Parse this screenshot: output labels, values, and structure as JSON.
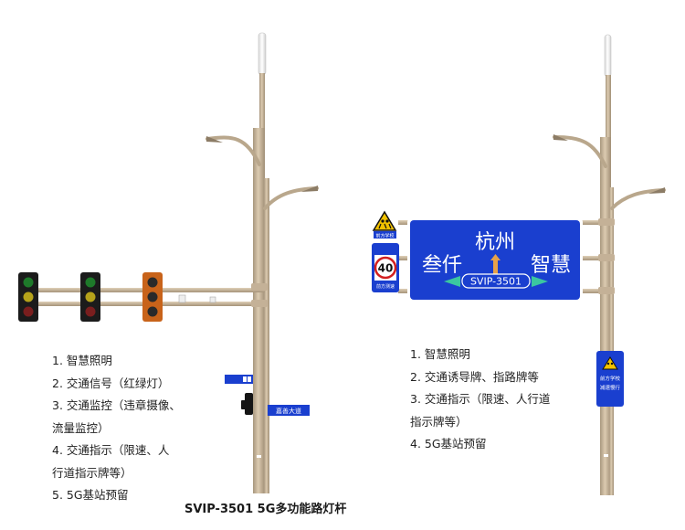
{
  "left_features": [
    "1. 智慧照明",
    "2. 交通信号（红绿灯）",
    "3. 交通监控（违章摄像、",
    "流量监控）",
    "4. 交通指示（限速、人",
    "行道指示牌等）",
    "5. 5G基站预留"
  ],
  "right_features": [
    "1. 智慧照明",
    "2. 交通诱导牌、指路牌等",
    "3. 交通指示（限速、人行道",
    "指示牌等）",
    "4. 5G基站预留"
  ],
  "caption": "SVIP-3501 5G多功能路灯杆",
  "guide_sign": {
    "top": "杭州",
    "left": "叁仟",
    "right": "智慧",
    "center": "SVIP-3501"
  },
  "speed_sign": {
    "limit": "40",
    "top_text": "前方学校",
    "bottom_text": "前方测速"
  },
  "street_sign": {
    "text": "嘉善大道"
  },
  "school_sign": {
    "line1": "前方学校",
    "line2": "减速慢行"
  },
  "colors": {
    "pole": "#c9b69a",
    "sign_blue": "#1a3fcf",
    "signal_red": "#7a1e1e",
    "signal_yellow": "#b5a21a",
    "signal_green": "#1e7a2a",
    "signal_housing_active": "#c8631a"
  }
}
